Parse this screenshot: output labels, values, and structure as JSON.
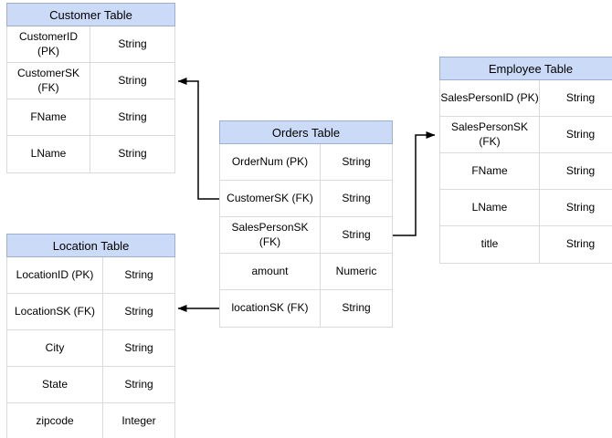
{
  "diagram": {
    "type": "entity-relationship",
    "colors": {
      "header_fill": "#CBDAF7",
      "header_border": "#9DAECE",
      "grid_border": "#DADADA",
      "connector": "#000000",
      "background": "#ffffff"
    },
    "relationships": [
      {
        "from": "Orders Table.CustomerSK (FK)",
        "to": "Customer Table.CustomerSK (FK)"
      },
      {
        "from": "Orders Table.SalesPersonSK (FK)",
        "to": "Employee Table.SalesPersonSK (FK)"
      },
      {
        "from": "Orders Table.locationSK (FK)",
        "to": "Location Table.LocationSK (FK)"
      }
    ]
  },
  "tables": {
    "customer": {
      "title": "Customer Table",
      "rows": [
        {
          "field": "CustomerID (PK)",
          "type": "String"
        },
        {
          "field": "CustomerSK\n(FK)",
          "type": "String"
        },
        {
          "field": "FName",
          "type": "String"
        },
        {
          "field": "LName",
          "type": "String"
        }
      ]
    },
    "orders": {
      "title": "Orders Table",
      "rows": [
        {
          "field": "OrderNum (PK)",
          "type": "String"
        },
        {
          "field": "CustomerSK (FK)",
          "type": "String"
        },
        {
          "field": "SalesPersonSK\n(FK)",
          "type": "String"
        },
        {
          "field": "amount",
          "type": "Numeric"
        },
        {
          "field": "locationSK (FK)",
          "type": "String"
        }
      ]
    },
    "employee": {
      "title": "Employee Table",
      "rows": [
        {
          "field": "SalesPersonID (PK)",
          "type": "String"
        },
        {
          "field": "SalesPersonSK\n(FK)",
          "type": "String"
        },
        {
          "field": "FName",
          "type": "String"
        },
        {
          "field": "LName",
          "type": "String"
        },
        {
          "field": "title",
          "type": "String"
        }
      ]
    },
    "location": {
      "title": "Location Table",
      "rows": [
        {
          "field": "LocationID (PK)",
          "type": "String"
        },
        {
          "field": "LocationSK (FK)",
          "type": "String"
        },
        {
          "field": "City",
          "type": "String"
        },
        {
          "field": "State",
          "type": "String"
        },
        {
          "field": "zipcode",
          "type": "Integer"
        }
      ]
    }
  }
}
